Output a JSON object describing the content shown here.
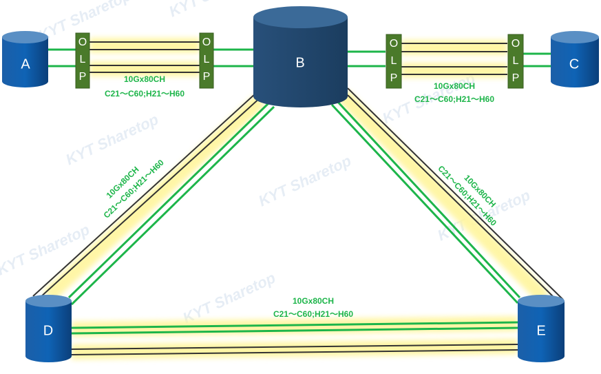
{
  "nodes": {
    "a": "A",
    "b": "B",
    "c": "C",
    "d": "D",
    "e": "E"
  },
  "olp_letters": [
    "O",
    "L",
    "P"
  ],
  "link_label": {
    "rate": "10Gx80CH",
    "channels": "C21～C60;H21～H60"
  },
  "watermark": "KYT Sharetop",
  "colors": {
    "node": "#1a5a9a",
    "node_top": "#5a8fc4",
    "olp": "#4a7a2a",
    "fiber_green": "#1db54a",
    "fiber_black": "#1a1a1a",
    "glow": "#fff176"
  }
}
